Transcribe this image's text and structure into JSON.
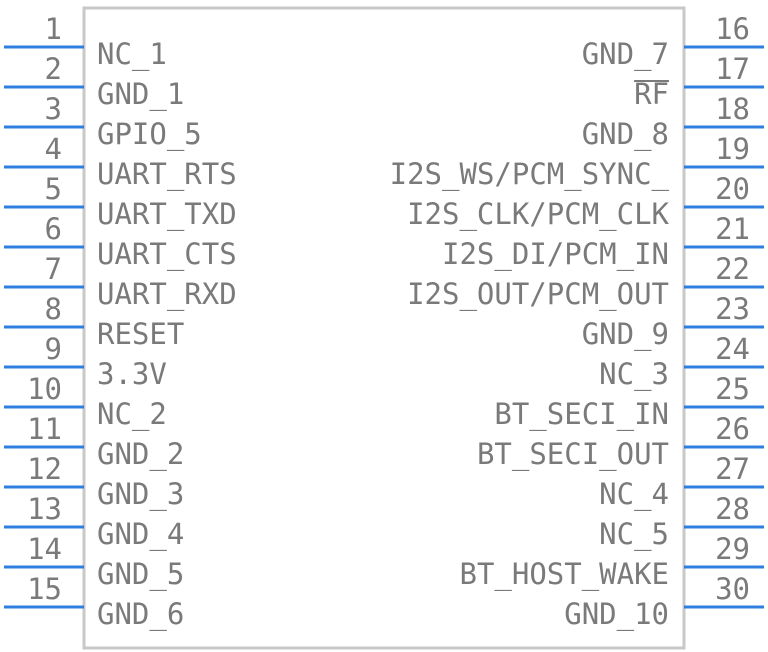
{
  "left_pins": [
    {
      "number": "1",
      "name": "NC_1"
    },
    {
      "number": "2",
      "name": "GND_1"
    },
    {
      "number": "3",
      "name": "GPIO_5"
    },
    {
      "number": "4",
      "name": "UART_RTS"
    },
    {
      "number": "5",
      "name": "UART_TXD"
    },
    {
      "number": "6",
      "name": "UART_CTS"
    },
    {
      "number": "7",
      "name": "UART_RXD"
    },
    {
      "number": "8",
      "name": "RESET"
    },
    {
      "number": "9",
      "name": "3.3V"
    },
    {
      "number": "10",
      "name": "NC_2"
    },
    {
      "number": "11",
      "name": "GND_2"
    },
    {
      "number": "12",
      "name": "GND_3"
    },
    {
      "number": "13",
      "name": "GND_4"
    },
    {
      "number": "14",
      "name": "GND_5"
    },
    {
      "number": "15",
      "name": "GND_6"
    }
  ],
  "right_pins": [
    {
      "number": "16",
      "name": "GND_7"
    },
    {
      "number": "17",
      "name": "RF",
      "overbar": true
    },
    {
      "number": "18",
      "name": "GND_8"
    },
    {
      "number": "19",
      "name": "I2S_WS/PCM_SYNC_"
    },
    {
      "number": "20",
      "name": "I2S_CLK/PCM_CLK"
    },
    {
      "number": "21",
      "name": "I2S_DI/PCM_IN"
    },
    {
      "number": "22",
      "name": "I2S_OUT/PCM_OUT"
    },
    {
      "number": "23",
      "name": "GND_9"
    },
    {
      "number": "24",
      "name": "NC_3"
    },
    {
      "number": "25",
      "name": "BT_SECI_IN"
    },
    {
      "number": "26",
      "name": "BT_SECI_OUT"
    },
    {
      "number": "27",
      "name": "NC_4"
    },
    {
      "number": "28",
      "name": "NC_5"
    },
    {
      "number": "29",
      "name": "BT_HOST_WAKE"
    },
    {
      "number": "30",
      "name": "GND_10"
    }
  ]
}
